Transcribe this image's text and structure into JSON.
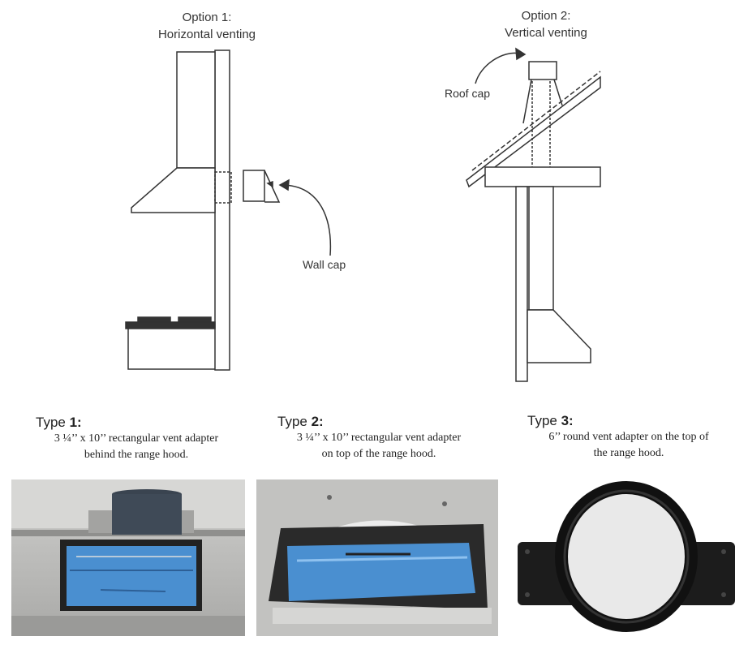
{
  "option1": {
    "line1": "Option 1:",
    "line2": "Horizontal venting"
  },
  "option2": {
    "line1": "Option 2:",
    "line2": "Vertical venting"
  },
  "labels": {
    "wall_cap": "Wall cap",
    "roof_cap": "Roof cap"
  },
  "types": [
    {
      "prefix": "Type ",
      "number": "1:",
      "line1": "3 ¼’’ x 10’’ rectangular vent adapter",
      "line2": "behind the range hood."
    },
    {
      "prefix": "Type ",
      "number": "2:",
      "line1": "3 ¼’’ x 10’’ rectangular vent adapter",
      "line2": "on top of the range hood."
    },
    {
      "prefix": "Type ",
      "number": "3:",
      "line1": "6’’ round vent adapter on the top of",
      "line2": "the range hood."
    }
  ],
  "colors": {
    "line": "#333333",
    "photo_metal": "#b8b8b6",
    "damper_blue": "#4a8fd0"
  }
}
